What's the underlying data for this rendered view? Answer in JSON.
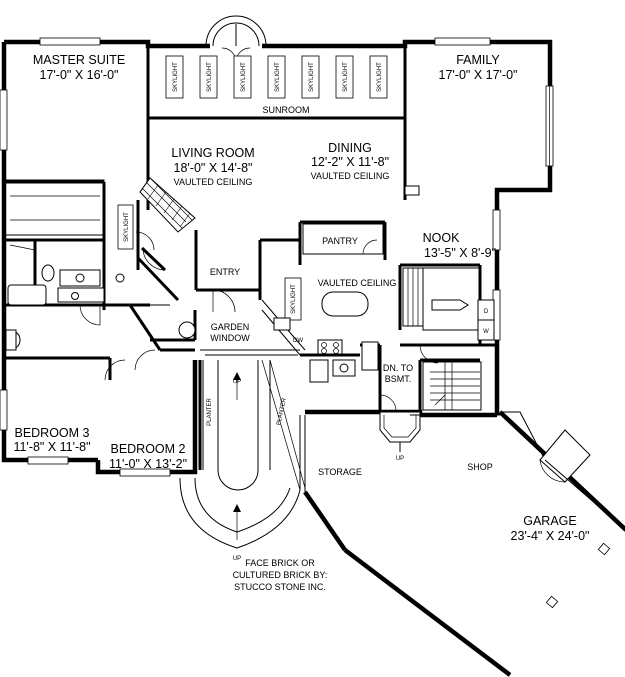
{
  "rooms": {
    "master_suite": {
      "name": "MASTER SUITE",
      "size": "17'-0\" X 16'-0\""
    },
    "family": {
      "name": "FAMILY",
      "size": "17'-0\" X 17'-0\""
    },
    "sunroom": {
      "name": "SUNROOM"
    },
    "living_room": {
      "name": "LIVING ROOM",
      "size": "18'-0\" X 14'-8\"",
      "note": "VAULTED CEILING"
    },
    "dining": {
      "name": "DINING",
      "size": "12'-2\" X 11'-8\"",
      "note": "VAULTED CEILING"
    },
    "nook": {
      "name": "NOOK",
      "size": "13'-5\" X 8'-9\""
    },
    "pantry": {
      "name": "PANTRY"
    },
    "entry": {
      "name": "ENTRY"
    },
    "kitchen": {
      "note": "VAULTED CEILING"
    },
    "garden_window": {
      "line1": "GARDEN",
      "line2": "WINDOW"
    },
    "bedroom3": {
      "name": "BEDROOM 3",
      "size": "11'-8\" X 11'-8\""
    },
    "bedroom2": {
      "name": "BEDROOM 2",
      "size": "11'-0\" X 13'-2\""
    },
    "storage": {
      "name": "STORAGE"
    },
    "shop": {
      "name": "SHOP"
    },
    "garage": {
      "name": "GARAGE",
      "size": "23'-4\" X 24'-0\""
    }
  },
  "labels": {
    "skylight": "SKYLIGHT",
    "dw": "DW",
    "washer": "W",
    "dryer": "D",
    "planter": "PLANTER",
    "up": "UP",
    "dn_line1": "DN. TO",
    "dn_line2": "BSMT.",
    "brick_line1": "FACE BRICK OR",
    "brick_line2": "CULTURED BRICK BY:",
    "brick_line3": "STUCCO STONE INC."
  }
}
